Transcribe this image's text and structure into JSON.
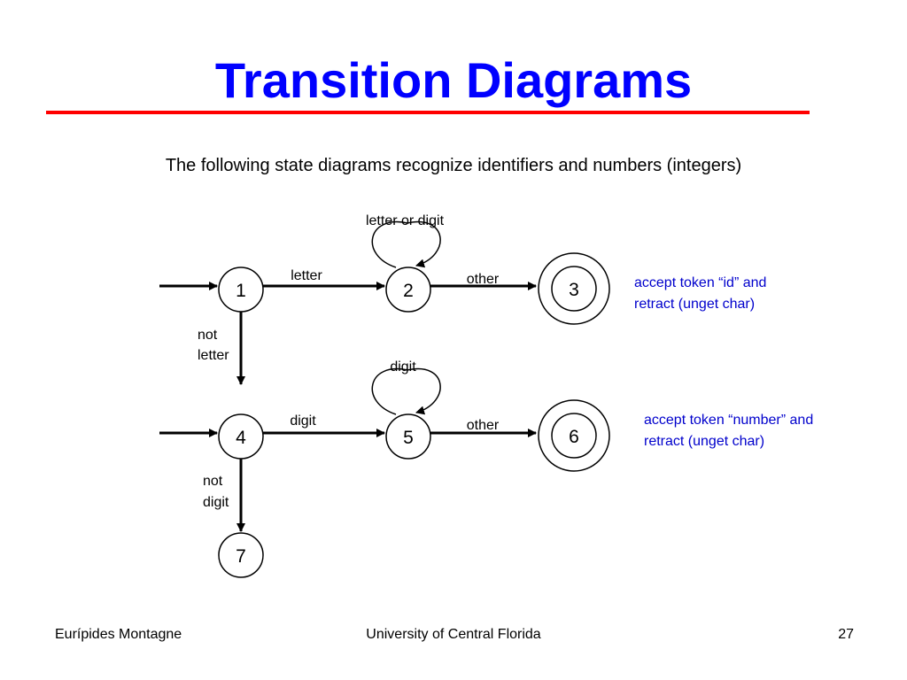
{
  "slide": {
    "title": "Transition Diagrams",
    "subtitle": "The following state diagrams recognize identifiers and numbers (integers)",
    "footer": {
      "author": "Eurípides Montagne",
      "institution": "University of Central Florida",
      "page": "27"
    }
  },
  "colors": {
    "title": "#0000ff",
    "rule": "#ff0000",
    "note": "#0000cc",
    "ink": "#000000"
  },
  "diagram": {
    "states": [
      "1",
      "2",
      "3",
      "4",
      "5",
      "6",
      "7"
    ],
    "edges": {
      "e12": "letter",
      "loop2": "letter or digit",
      "e23": "other",
      "e14_line1": "not",
      "e14_line2": "letter",
      "e45": "digit",
      "loop5": "digit",
      "e56": "other",
      "e47_line1": "not",
      "e47_line2": "digit"
    },
    "notes": {
      "id_line1": "accept token “id” and",
      "id_line2": "retract (unget char)",
      "num_line1": "accept token “number” and",
      "num_line2": "retract (unget char)"
    }
  }
}
